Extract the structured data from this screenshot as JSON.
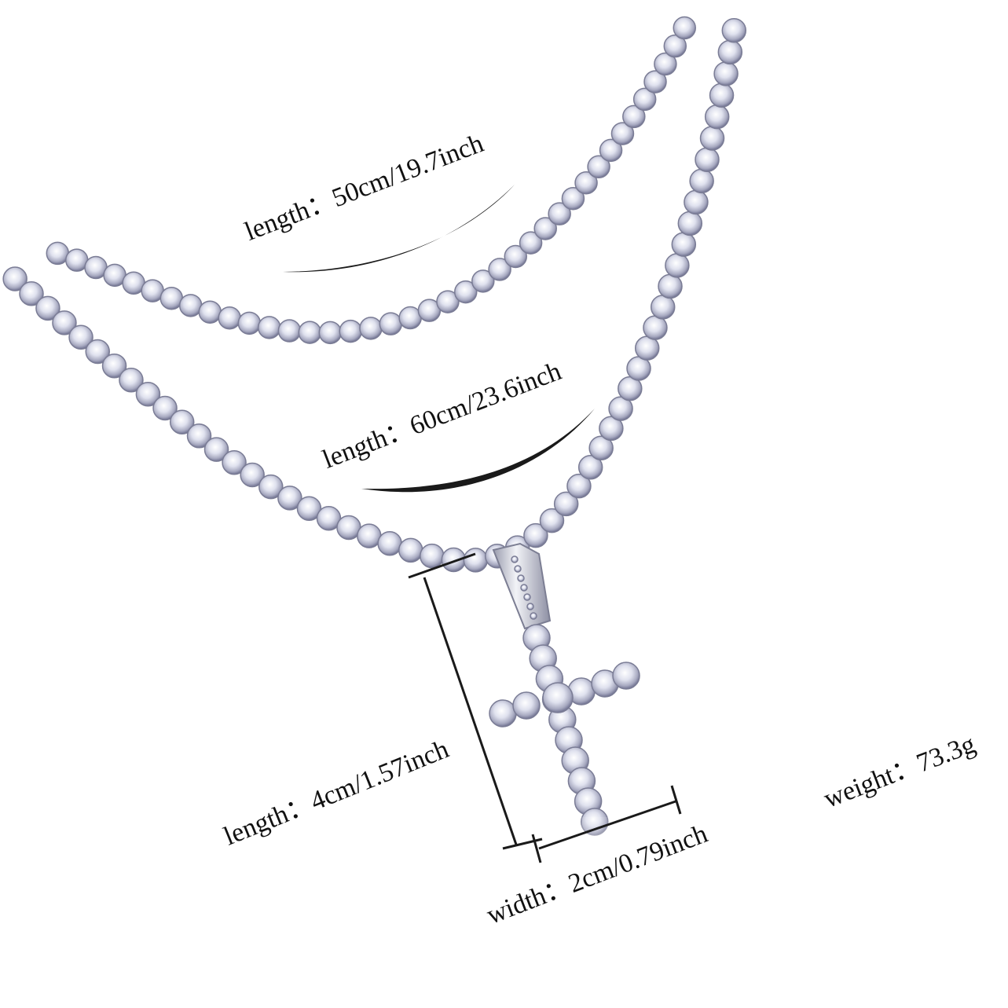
{
  "product": {
    "colors": {
      "metal": "#c9ccd6",
      "stone": "#dfe1ee",
      "stone_shadow": "#8e90a8",
      "accent_line": "#1a1a1a"
    }
  },
  "labels": {
    "chain_50": "length：50cm/19.7inch",
    "chain_60": "length：60cm/23.6inch",
    "pendant_length": "length：4cm/1.57inch",
    "pendant_width": "width：2cm/0.79inch",
    "weight": "weight：73.3g"
  }
}
